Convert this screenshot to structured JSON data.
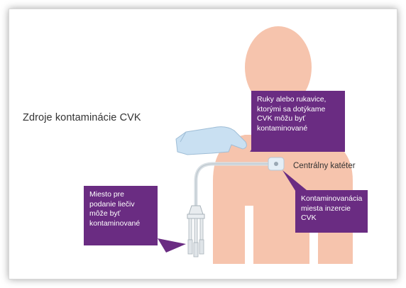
{
  "title": "Zdroje kontaminácie CVK",
  "labels": {
    "catheter": "Centrálny katéter"
  },
  "callouts": {
    "hands": "Ruky alebo rukavice,\nktorými sa dotýkame\nCVK môžu byť\nkontaminované",
    "insertion": "Kontaminovanácia\nmiesta inzercie\nCVK",
    "port": "Miesto pre\npodanie liečiv\nmôže byť\nkontaminované"
  },
  "colors": {
    "callout": "#6a2c82",
    "skin": "#f6c4ad",
    "glove": "#c9e0f2",
    "catheter": "#d8dfe4"
  }
}
